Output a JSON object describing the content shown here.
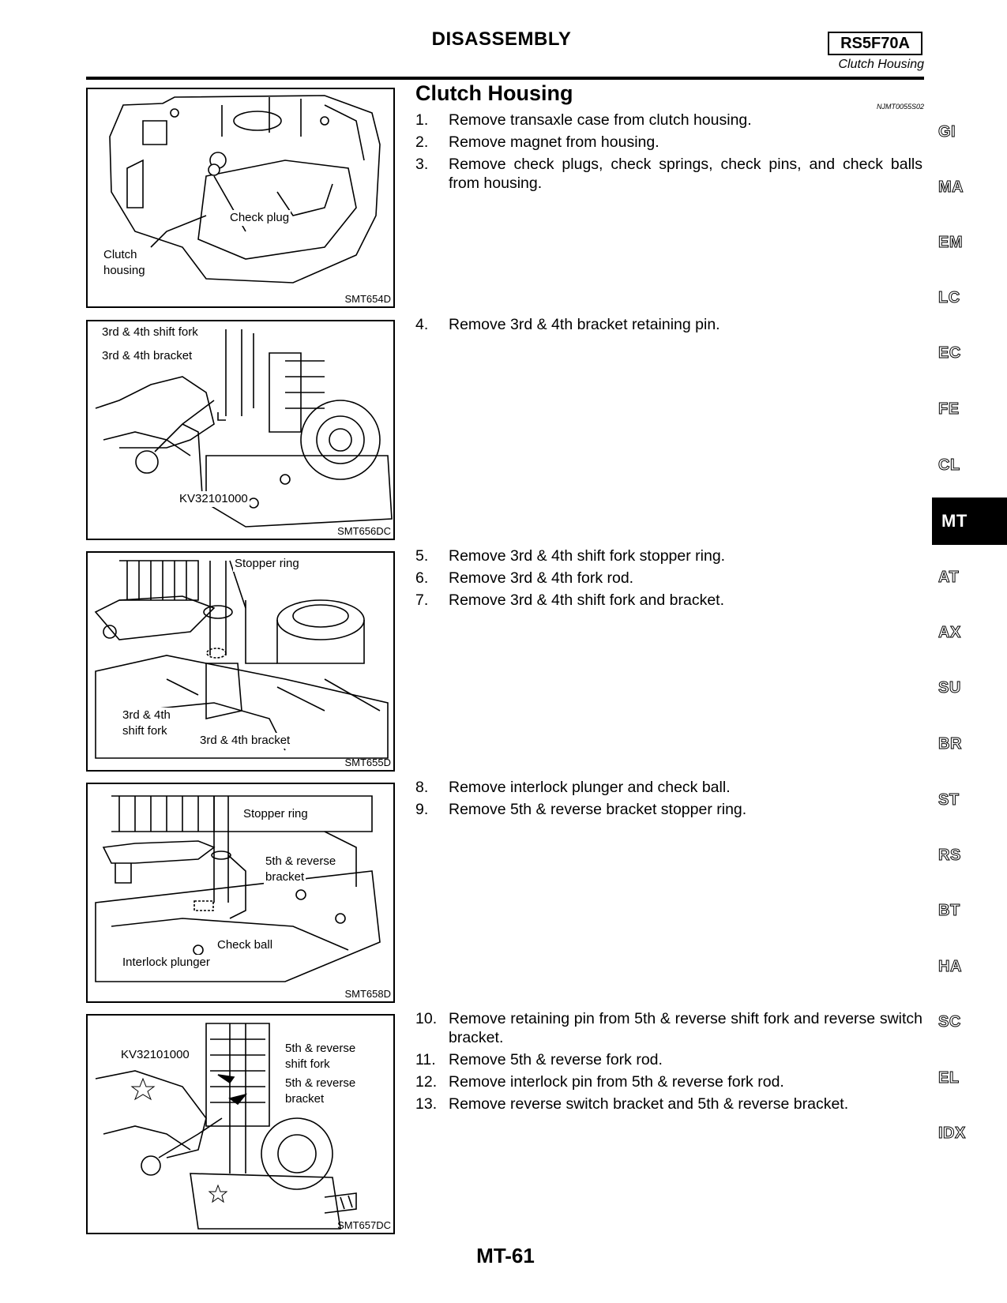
{
  "header": {
    "title": "DISASSEMBLY",
    "model_code": "RS5F70A",
    "section": "Clutch Housing"
  },
  "section_title": "Clutch Housing",
  "ref_code": "NJMT0055S02",
  "steps": [
    {
      "num": "1.",
      "text": "Remove transaxle case from clutch housing."
    },
    {
      "num": "2.",
      "text": "Remove magnet from housing."
    },
    {
      "num": "3.",
      "text": "Remove check plugs, check springs, check pins, and check balls from housing."
    },
    {
      "num": "4.",
      "text": "Remove 3rd & 4th bracket retaining pin."
    },
    {
      "num": "5.",
      "text": "Remove 3rd & 4th shift fork stopper ring."
    },
    {
      "num": "6.",
      "text": "Remove 3rd & 4th fork rod."
    },
    {
      "num": "7.",
      "text": "Remove 3rd & 4th shift fork and bracket."
    },
    {
      "num": "8.",
      "text": "Remove interlock plunger and check ball."
    },
    {
      "num": "9.",
      "text": "Remove 5th & reverse bracket stopper ring."
    },
    {
      "num": "10.",
      "text": "Remove retaining pin from 5th & reverse shift fork and reverse switch bracket."
    },
    {
      "num": "11.",
      "text": "Remove 5th & reverse fork rod."
    },
    {
      "num": "12.",
      "text": "Remove interlock pin from 5th & reverse fork rod."
    },
    {
      "num": "13.",
      "text": "Remove reverse switch bracket and 5th & reverse bracket."
    }
  ],
  "figures": [
    {
      "code": "SMT654D",
      "labels": [
        "Check plug",
        "Clutch",
        "housing"
      ]
    },
    {
      "code": "SMT656DC",
      "labels": [
        "3rd & 4th shift fork",
        "3rd & 4th bracket",
        "KV32101000"
      ]
    },
    {
      "code": "SMT655D",
      "labels": [
        "Stopper ring",
        "3rd & 4th",
        "shift fork",
        "3rd & 4th bracket"
      ]
    },
    {
      "code": "SMT658D",
      "labels": [
        "Stopper ring",
        "5th & reverse",
        "bracket",
        "Check ball",
        "Interlock plunger"
      ]
    },
    {
      "code": "SMT657DC",
      "labels": [
        "KV32101000",
        "5th & reverse",
        "shift fork",
        "5th & reverse",
        "bracket"
      ]
    }
  ],
  "side_tabs": [
    "GI",
    "MA",
    "EM",
    "LC",
    "EC",
    "FE",
    "CL",
    "MT",
    "AT",
    "AX",
    "SU",
    "BR",
    "ST",
    "RS",
    "BT",
    "HA",
    "SC",
    "EL",
    "IDX"
  ],
  "active_tab": "MT",
  "page_number": "MT-61"
}
